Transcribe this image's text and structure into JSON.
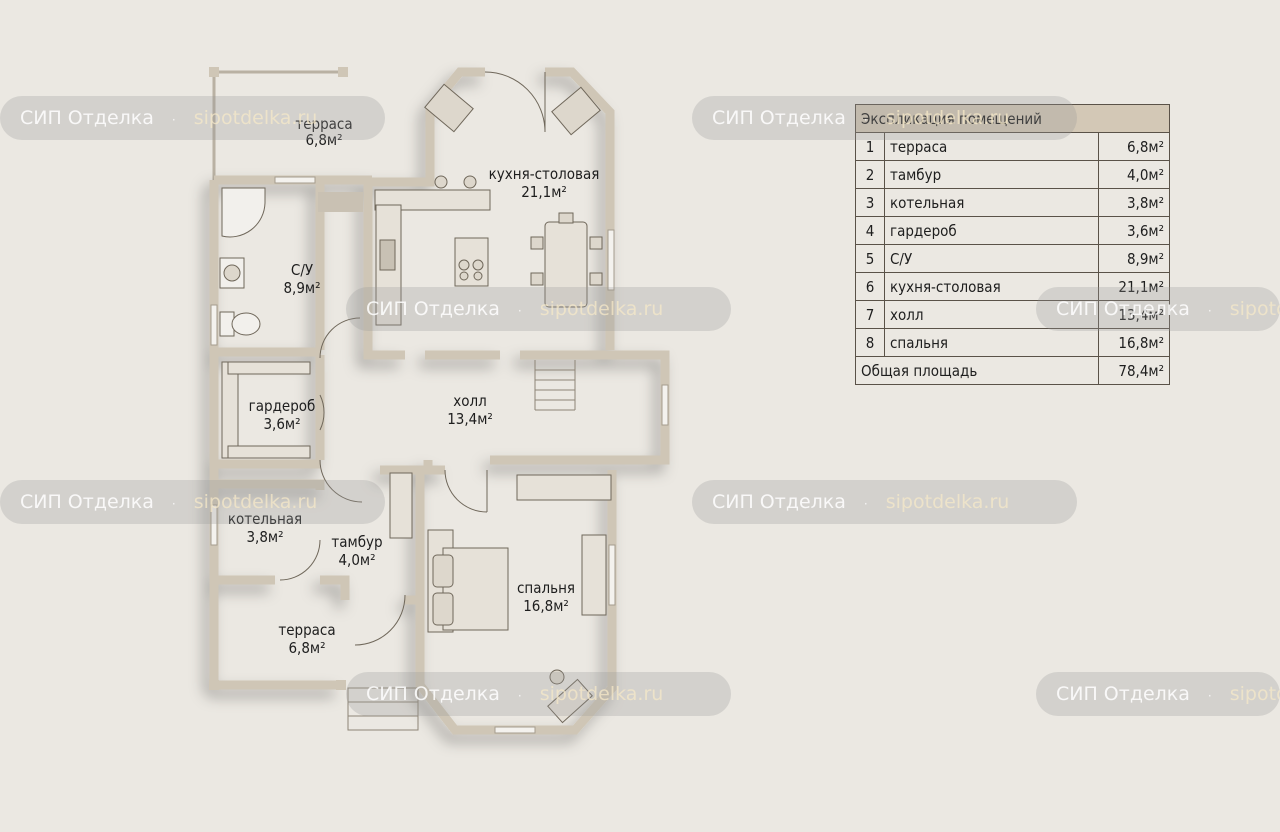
{
  "rooms": {
    "terrace_top": {
      "label": "терраса",
      "area": "6,8м²"
    },
    "kitchen": {
      "label": "кухня-столовая",
      "area": "21,1м²"
    },
    "bathroom": {
      "label": "С/У",
      "area": "8,9м²"
    },
    "hall": {
      "label": "холл",
      "area": "13,4м²"
    },
    "wardrobe": {
      "label": "гардероб",
      "area": "3,6м²"
    },
    "boiler": {
      "label": "котельная",
      "area": "3,8м²"
    },
    "vestibule": {
      "label": "тамбур",
      "area": "4,0м²"
    },
    "bedroom": {
      "label": "спальня",
      "area": "16,8м²"
    },
    "terrace_bottom": {
      "label": "терраса",
      "area": "6,8м²"
    }
  },
  "legend": {
    "title": "Экспликация помещений",
    "rows": [
      {
        "num": "1",
        "name": "терраса",
        "area": "6,8м²"
      },
      {
        "num": "2",
        "name": "тамбур",
        "area": "4,0м²"
      },
      {
        "num": "3",
        "name": "котельная",
        "area": "3,8м²"
      },
      {
        "num": "4",
        "name": "гардероб",
        "area": "3,6м²"
      },
      {
        "num": "5",
        "name": "С/У",
        "area": "8,9м²"
      },
      {
        "num": "6",
        "name": "кухня-столовая",
        "area": "21,1м²"
      },
      {
        "num": "7",
        "name": "холл",
        "area": "13,4м²"
      },
      {
        "num": "8",
        "name": "спальня",
        "area": "16,8м²"
      }
    ],
    "total_label": "Общая площадь",
    "total_area": "78,4м²"
  },
  "watermark": {
    "name": "СИП Отделка",
    "dot": "·",
    "url": "sipotdelka.ru"
  },
  "colors": {
    "background": "#ebe8e2",
    "walls": "#cfc6b6",
    "legend_header": "#d3c8b6"
  }
}
